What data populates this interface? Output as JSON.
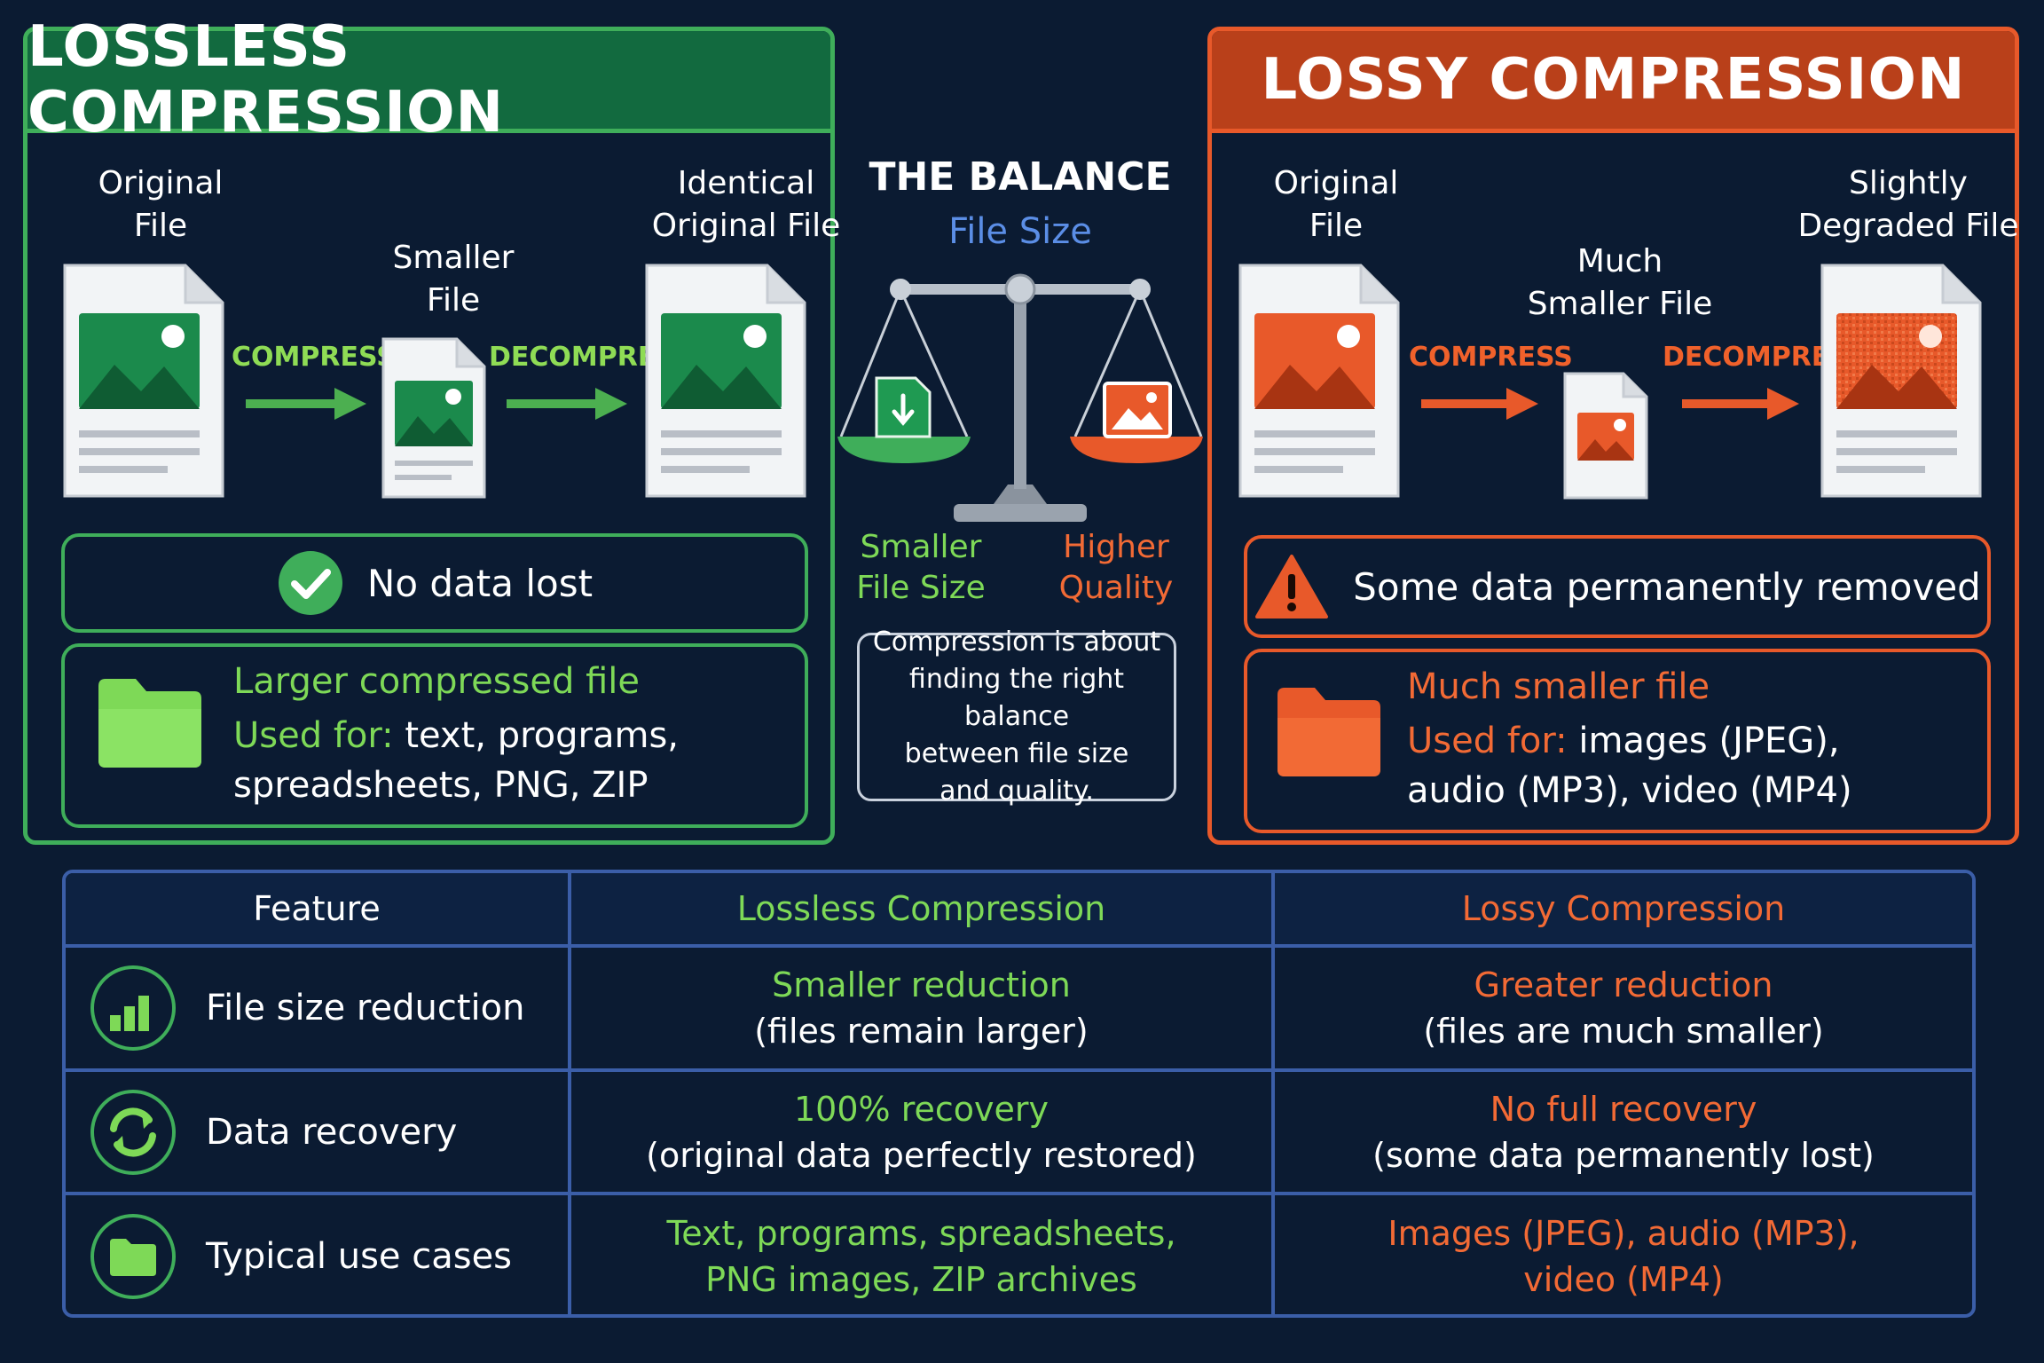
{
  "colors": {
    "background": "#0b1b32",
    "lossless": "#3fae5a",
    "lossy": "#e8592a",
    "table_border": "#3b5ea8"
  },
  "lossless": {
    "title": "LOSSLESS COMPRESSION",
    "original_label_1": "Original",
    "original_label_2": "File",
    "smaller_label_1": "Smaller",
    "smaller_label_2": "File",
    "identical_label_1": "Identical",
    "identical_label_2": "Original File",
    "compress": "COMPRESS",
    "decompress": "DECOMPRESS",
    "status": "No data lost",
    "status_icon": "check-circle-icon",
    "info_title": "Larger compressed file",
    "used_for_label": "Used for:",
    "used_for_1": "text, programs,",
    "used_for_2": "spreadsheets, PNG, ZIP",
    "info_icon": "folder-icon"
  },
  "lossy": {
    "title": "LOSSY COMPRESSION",
    "original_label_1": "Original",
    "original_label_2": "File",
    "smaller_label_1": "Much",
    "smaller_label_2": "Smaller File",
    "degraded_label_1": "Slightly",
    "degraded_label_2": "Degraded File",
    "compress": "COMPRESS",
    "decompress": "DECOMPRESS",
    "status": "Some data permanently removed",
    "status_icon": "warning-icon",
    "info_title": "Much smaller file",
    "used_for_label": "Used for:",
    "used_for_1": "images (JPEG),",
    "used_for_2": "audio (MP3), video (MP4)",
    "info_icon": "folder-icon"
  },
  "balance": {
    "title": "THE BALANCE",
    "subtitle": "File Size",
    "left_label_1": "Smaller",
    "left_label_2": "File Size",
    "right_label_1": "Higher",
    "right_label_2": "Quality",
    "note_1": "Compression is about",
    "note_2": "finding the right balance",
    "note_3": "between file size",
    "note_4": "and quality.",
    "icon": "scale-icon"
  },
  "table": {
    "headers": [
      "Feature",
      "Lossless Compression",
      "Lossy Compression"
    ],
    "rows": [
      {
        "feature": "File size reduction",
        "icon": "bar-chart-icon",
        "lossless_main": "Smaller reduction",
        "lossless_sub": "(files remain larger)",
        "lossy_main": "Greater reduction",
        "lossy_sub": "(files are much smaller)"
      },
      {
        "feature": "Data recovery",
        "icon": "refresh-icon",
        "lossless_main": "100% recovery",
        "lossless_sub": "(original data perfectly restored)",
        "lossy_main": "No full recovery",
        "lossy_sub": "(some data permanently lost)"
      },
      {
        "feature": "Typical use cases",
        "icon": "folder-icon",
        "lossless_main": "Text, programs, spreadsheets,",
        "lossless_sub": "PNG images, ZIP archives",
        "lossy_main": "Images (JPEG), audio (MP3),",
        "lossy_sub": "video (MP4)"
      }
    ]
  }
}
